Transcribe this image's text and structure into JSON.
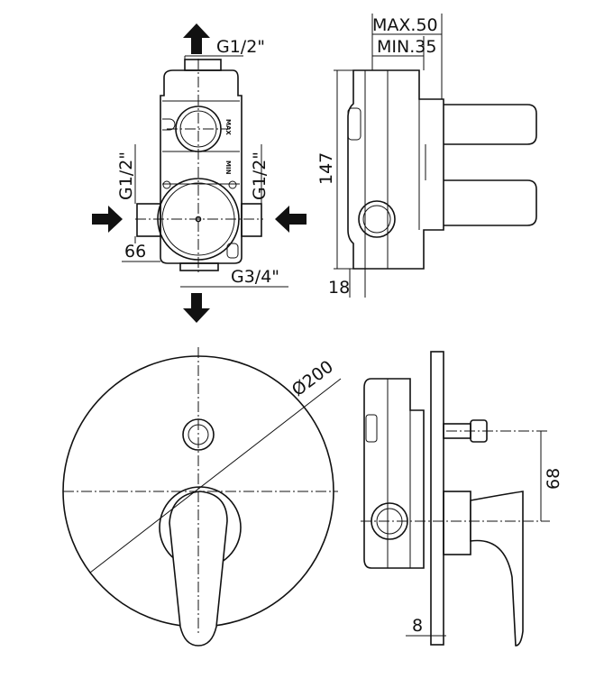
{
  "front_valve_view": {
    "top_thread": "G1/2\"",
    "left_thread": "G1/2\"",
    "right_thread": "G1/2\"",
    "bottom_thread": "G3/4\"",
    "width_dimension": "66",
    "body_marking_upper": "MAX",
    "body_marking_lower": "MIN"
  },
  "side_valve_view": {
    "max_depth": "MAX.50",
    "min_depth": "MIN.35",
    "height_dimension": "147",
    "base_dimension": "18"
  },
  "front_plate_view": {
    "diameter": "Ø200"
  },
  "side_plate_view": {
    "offset_dimension": "68",
    "plate_thickness": "8"
  }
}
